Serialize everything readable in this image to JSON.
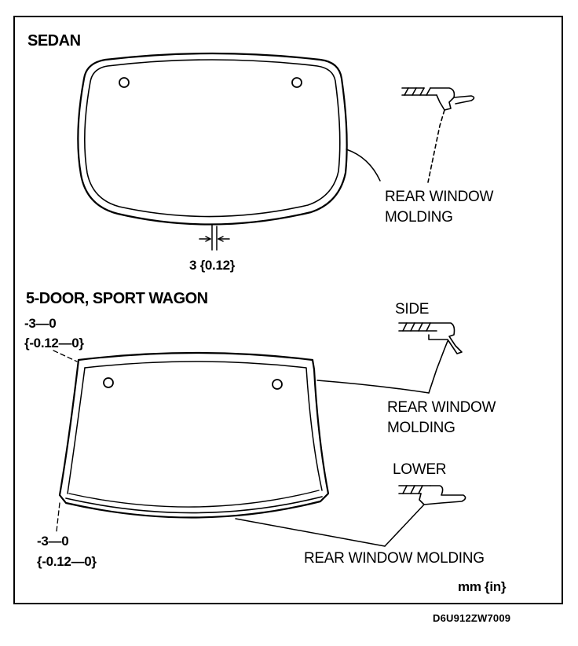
{
  "sedan": {
    "heading": "SEDAN",
    "molding_label": [
      "REAR WINDOW",
      "MOLDING"
    ],
    "gap": "3 {0.12}"
  },
  "wagon": {
    "heading": "5-DOOR, SPORT WAGON",
    "top_tolerance": [
      "-3—0",
      "{-0.12—0}"
    ],
    "side_label": "SIDE",
    "side_molding_label": [
      "REAR WINDOW",
      "MOLDING"
    ],
    "lower_label": "LOWER",
    "lower_molding_label": "REAR WINDOW MOLDING",
    "bottom_tolerance": [
      "-3—0",
      "{-0.12—0}"
    ]
  },
  "units": "mm {in}",
  "figure_code": "D6U912ZW7009"
}
